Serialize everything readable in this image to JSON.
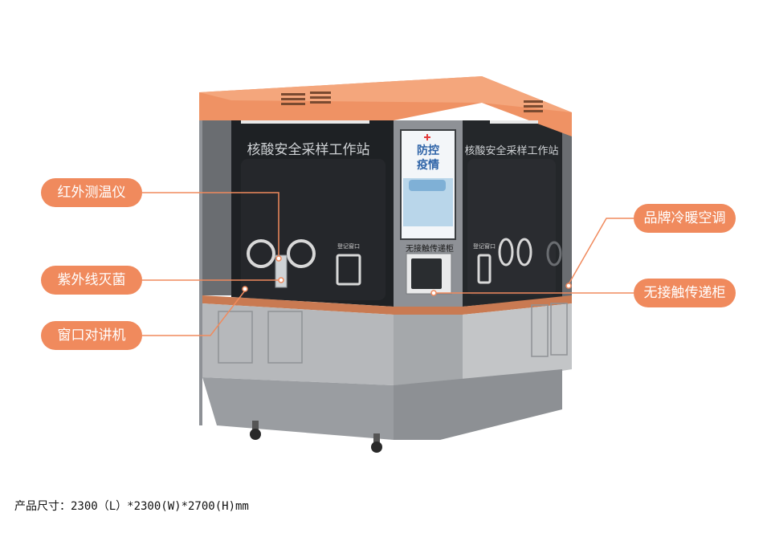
{
  "booth": {
    "sign_left": "核酸安全采样工作站",
    "sign_right": "核酸安全采样工作站",
    "window_label_left": "登记窗口",
    "window_label_right": "登记窗口",
    "cabinet_label": "无接触传递柜",
    "screen": {
      "title_line1": "防控",
      "title_line2": "疫情"
    }
  },
  "callouts": {
    "infrared_thermometer": "红外测温仪",
    "uv_sterilizer": "紫外线灭菌",
    "window_intercom": "窗口对讲机",
    "air_conditioner": "品牌冷暖空调",
    "contactless_cabinet": "无接触传递柜"
  },
  "footer": {
    "dimensions": "产品尺寸：2300（L）*2300(W)*2700(H)mm"
  },
  "colors": {
    "accent": "#f08a5d",
    "roof": "#ef9264",
    "body": "#b6b8bb",
    "glass": "#1f2224"
  },
  "icons": [
    "lamp-icon",
    "vent-icon",
    "wheel-icon"
  ]
}
